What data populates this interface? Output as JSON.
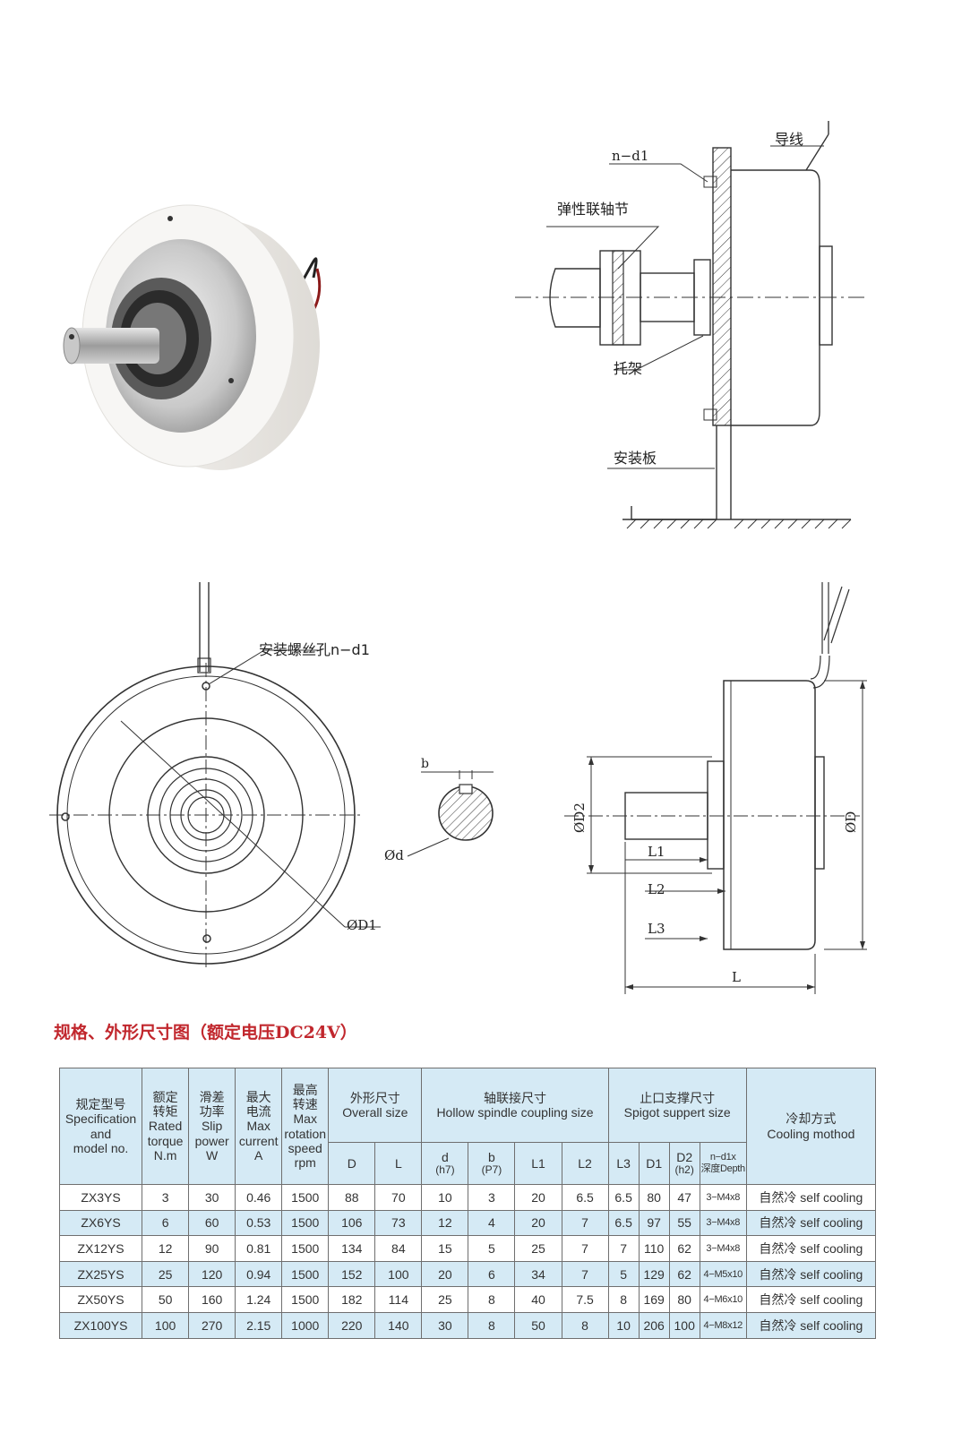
{
  "photo": {
    "alt": "magnetic powder clutch product photo"
  },
  "side_install": {
    "labels": {
      "lead_wire": "导线",
      "nd1": "n−d1",
      "coupling": "弹性联轴节",
      "bracket": "托架",
      "mount_plate": "安装板"
    }
  },
  "front_view": {
    "hole_label": "安装螺丝孔n−d1",
    "d1_label": "ØD1"
  },
  "key_section": {
    "b_label": "b",
    "d_label": "Ød"
  },
  "side_dims": {
    "d2": "ØD2",
    "d": "ØD",
    "l1": "L1",
    "l2": "L2",
    "l3": "L3",
    "l": "L"
  },
  "table_title": "规格、外形尺寸图（额定电压DC24V）",
  "table": {
    "headers": {
      "model": {
        "cn": "规定型号",
        "en1": "Specification",
        "en2": "and",
        "en3": "model no."
      },
      "torque": {
        "cn1": "额定",
        "cn2": "转矩",
        "en1": "Rated",
        "en2": "torque",
        "unit": "N.m"
      },
      "slip": {
        "cn1": "滑差",
        "cn2": "功率",
        "en1": "Slip",
        "en2": "power",
        "unit": "W"
      },
      "current": {
        "cn1": "最大",
        "cn2": "电流",
        "en1": "Max",
        "en2": "current",
        "unit": "A"
      },
      "speed": {
        "cn1": "最高",
        "cn2": "转速",
        "en1": "Max",
        "en2": "rotation",
        "en3": "speed",
        "unit": "rpm"
      },
      "overall": {
        "cn": "外形尺寸",
        "en": "Overall size"
      },
      "hollow": {
        "cn": "轴联接尺寸",
        "en": "Hollow spindle coupling size"
      },
      "spigot": {
        "cn": "止口支撑尺寸",
        "en": "Spigot suppert size"
      },
      "cooling": {
        "cn": "冷却方式",
        "en": "Cooling mothod"
      },
      "D": "D",
      "L": "L",
      "d": "d",
      "d_tol": "(h7)",
      "b": "b",
      "b_tol": "(P7)",
      "L1": "L1",
      "L2": "L2",
      "L3": "L3",
      "D1": "D1",
      "D2": "D2",
      "D2_tol": "(h2)",
      "nd1x": "n−d1x",
      "depth": "深度Depth"
    },
    "rows": [
      [
        "ZX3YS",
        "3",
        "30",
        "0.46",
        "1500",
        "88",
        "70",
        "10",
        "3",
        "20",
        "6.5",
        "6.5",
        "80",
        "47",
        "3−M4x8",
        "自然冷 self cooling"
      ],
      [
        "ZX6YS",
        "6",
        "60",
        "0.53",
        "1500",
        "106",
        "73",
        "12",
        "4",
        "20",
        "7",
        "6.5",
        "97",
        "55",
        "3−M4x8",
        "自然冷 self cooling"
      ],
      [
        "ZX12YS",
        "12",
        "90",
        "0.81",
        "1500",
        "134",
        "84",
        "15",
        "5",
        "25",
        "7",
        "7",
        "110",
        "62",
        "3−M4x8",
        "自然冷 self cooling"
      ],
      [
        "ZX25YS",
        "25",
        "120",
        "0.94",
        "1500",
        "152",
        "100",
        "20",
        "6",
        "34",
        "7",
        "5",
        "129",
        "62",
        "4−M5x10",
        "自然冷 self cooling"
      ],
      [
        "ZX50YS",
        "50",
        "160",
        "1.24",
        "1500",
        "182",
        "114",
        "25",
        "8",
        "40",
        "7.5",
        "8",
        "169",
        "80",
        "4−M6x10",
        "自然冷 self cooling"
      ],
      [
        "ZX100YS",
        "100",
        "270",
        "2.15",
        "1000",
        "220",
        "140",
        "30",
        "8",
        "50",
        "8",
        "10",
        "206",
        "100",
        "4−M8x12",
        "自然冷 self cooling"
      ]
    ]
  }
}
